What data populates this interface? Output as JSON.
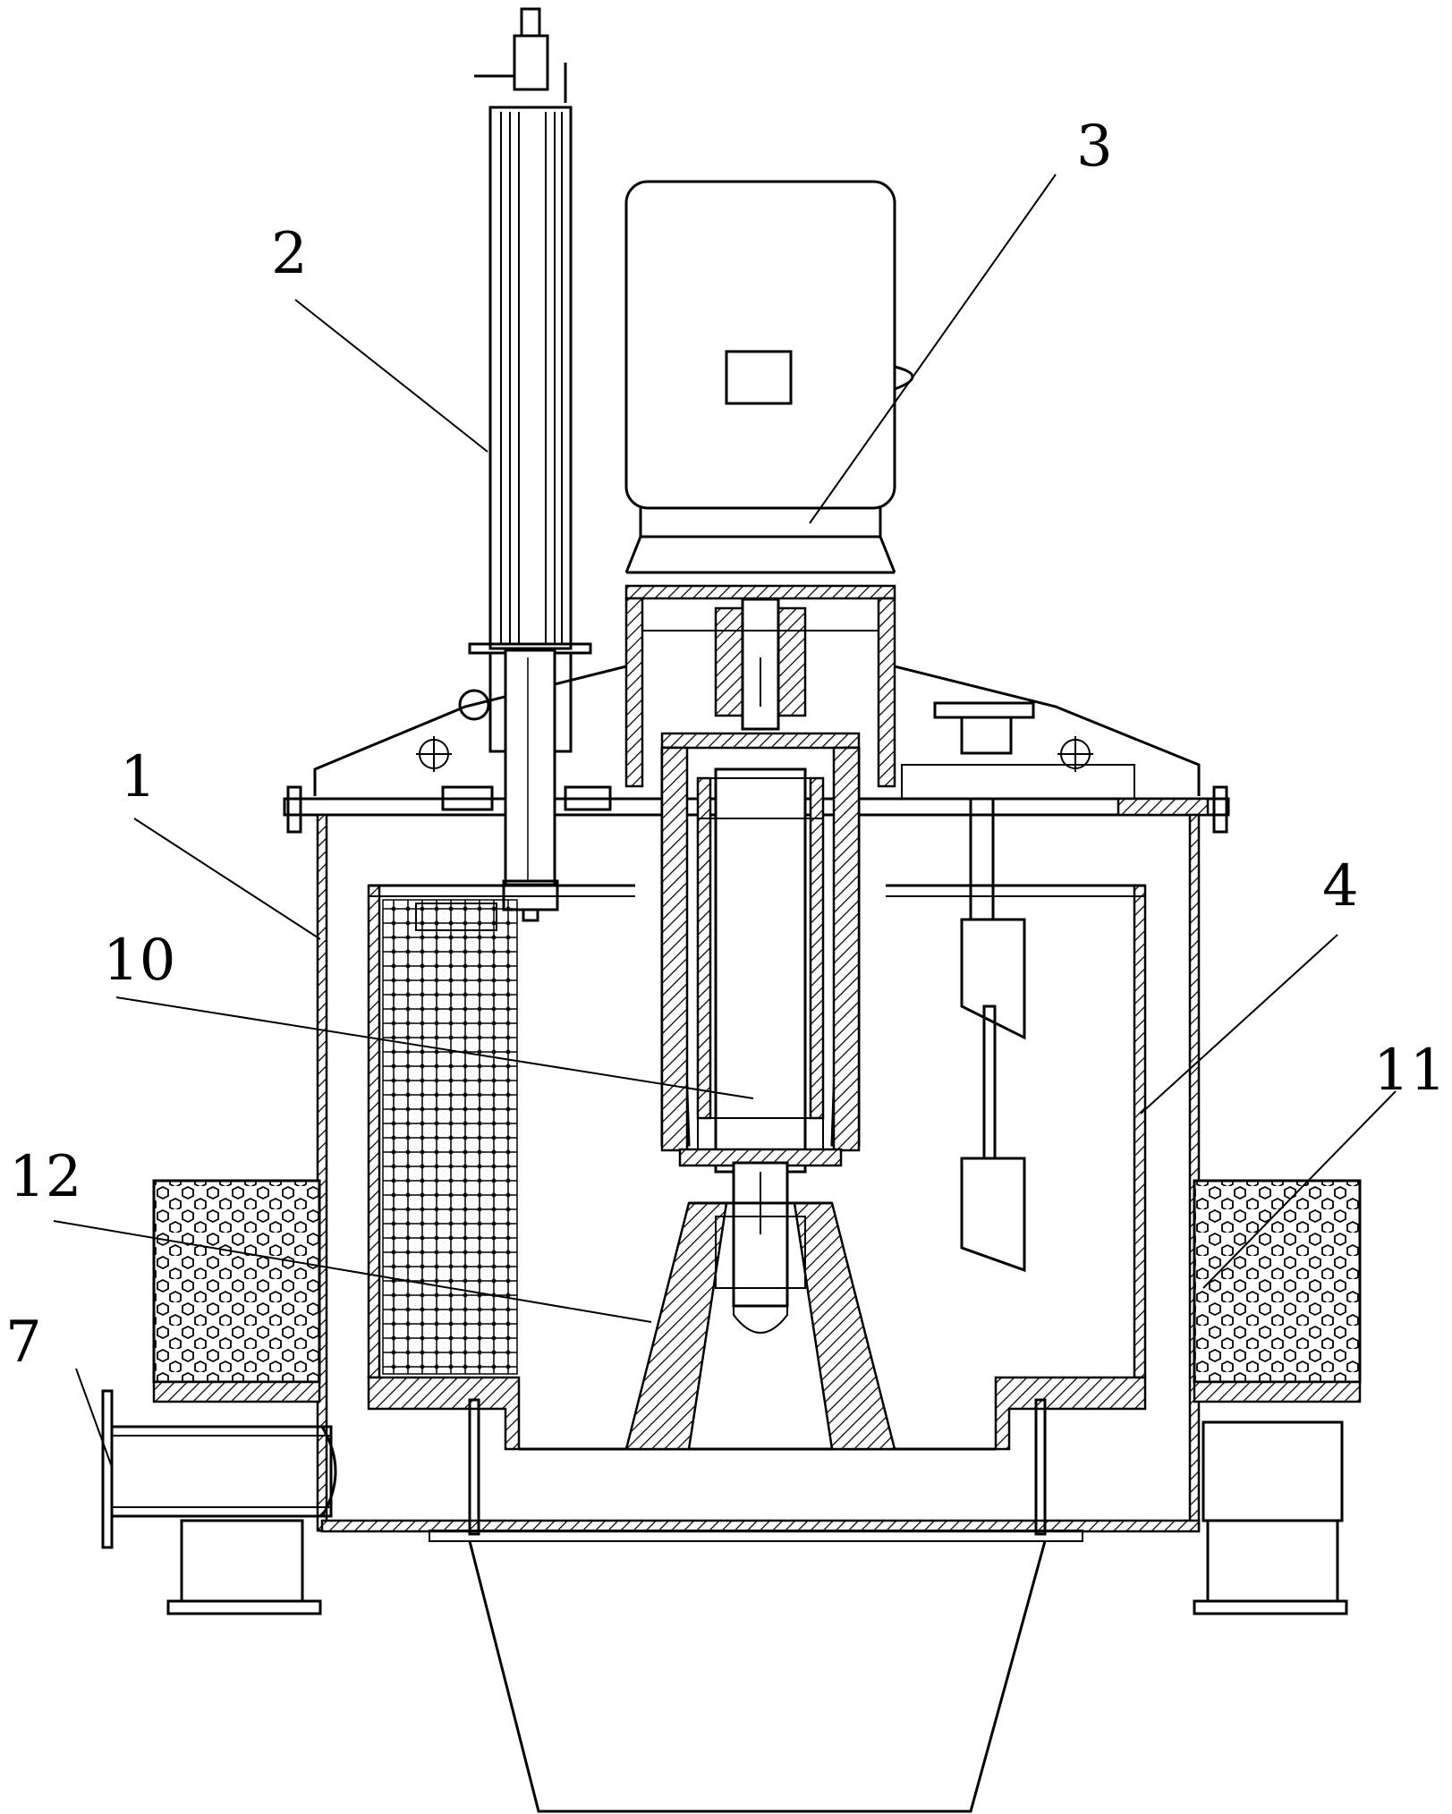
{
  "labels": {
    "l1": "1",
    "l2": "2",
    "l3": "3",
    "l4": "4",
    "l7": "7",
    "l10": "10",
    "l11": "11",
    "l12": "12"
  },
  "colors": {
    "ink": "#000000",
    "paper": "#ffffff"
  }
}
